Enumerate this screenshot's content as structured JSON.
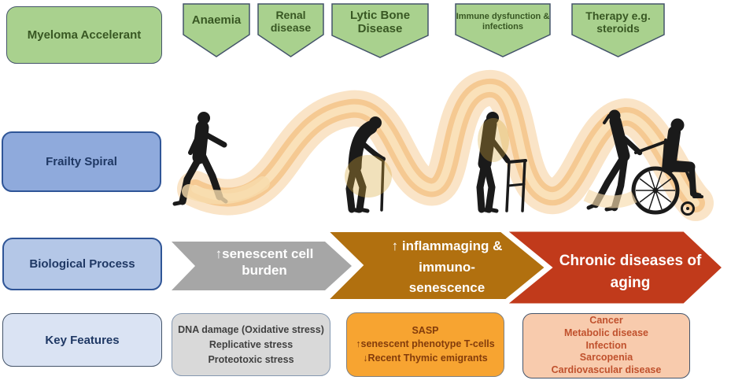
{
  "row_labels": {
    "accelerant": "Myeloma Accelerant",
    "frailty": "Frailty Spiral",
    "process": "Biological Process",
    "features": "Key Features"
  },
  "accelerants": [
    {
      "label": "Anaemia"
    },
    {
      "label": "Renal disease"
    },
    {
      "label": "Lytic Bone Disease"
    },
    {
      "label": "Immune dysfunction & infections"
    },
    {
      "label": "Therapy e.g. steroids"
    }
  ],
  "process_arrows": [
    {
      "label": "↑senescent cell burden",
      "lines": [
        "↑senescent cell",
        "burden"
      ],
      "color": "#A6A6A6"
    },
    {
      "label": "↑ inflammaging & immuno-senescence",
      "lines": [
        "↑ inflammaging &",
        "immuno-",
        "senescence"
      ],
      "color": "#B1700F"
    },
    {
      "label": "Chronic diseases of aging",
      "lines": [
        "Chronic diseases of",
        "aging"
      ],
      "color": "#C13A1B"
    }
  ],
  "key_features": [
    {
      "theme": "gray",
      "lines": [
        "DNA damage (Oxidative stress)",
        "Replicative stress",
        "Proteotoxic stress"
      ]
    },
    {
      "theme": "orange",
      "lines": [
        "SASP",
        "↑senescent phenotype T-cells",
        "↓Recent Thymic emigrants"
      ]
    },
    {
      "theme": "salmon",
      "lines": [
        "Cancer",
        "Metabolic disease",
        "Infection",
        "Sarcopenia",
        "Cardiovascular disease"
      ]
    }
  ],
  "frailty_figures": [
    "walking-person",
    "stooped-person-with-cane",
    "person-with-walker",
    "caregiver-pushing-person-in-wheelchair"
  ],
  "colors": {
    "accelerant_green": "#A9D18E",
    "frailty_blue": "#8FAADC",
    "process_blue": "#B4C7E7",
    "features_blue": "#DAE3F3",
    "arrow_gray": "#A6A6A6",
    "arrow_amber": "#B1700F",
    "arrow_red": "#C13A1B",
    "features_gray": "#D9D9D9",
    "features_orange": "#F7A431",
    "features_salmon": "#F8CBAD",
    "ribbon_orange": "#F0A952",
    "text_dark_green": "#385723",
    "text_navy": "#1F3864"
  }
}
